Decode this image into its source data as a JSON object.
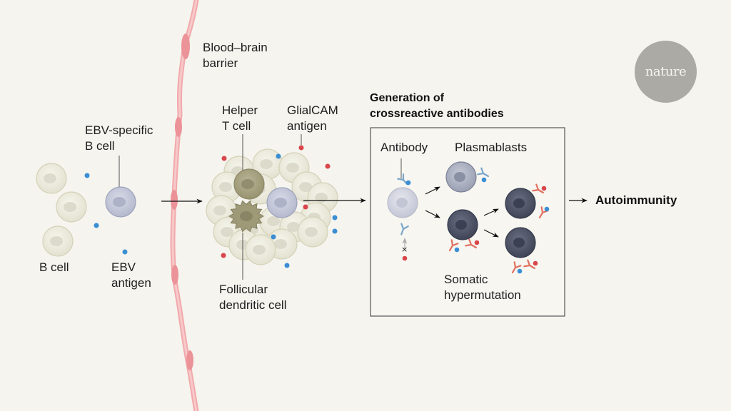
{
  "brand": {
    "logo_text": "nature"
  },
  "labels": {
    "blood_brain_barrier": "Blood–brain\nbarrier",
    "ebv_specific_b_cell": "EBV-specific\nB cell",
    "b_cell": "B cell",
    "ebv_antigen": "EBV\nantigen",
    "helper_t_cell": "Helper\nT cell",
    "glialcam_antigen": "GlialCAM\nantigen",
    "follicular_dendritic_cell": "Follicular\ndendritic cell",
    "generation_title": "Generation of\ncrossreactive antibodies",
    "antibody": "Antibody",
    "plasmablasts": "Plasmablasts",
    "somatic_hypermutation": "Somatic\nhypermutation",
    "autoimmunity": "Autoimmunity"
  },
  "colors": {
    "background": "#f5f4ee",
    "barrier": "#f2a9ab",
    "b_cell": "#e9e8da",
    "ebv_b_cell": "#c3c7d9",
    "helper_t": "#a7a283",
    "dendritic": "#9e9a78",
    "plasmablast_light": "#9ea3b3",
    "plasmablast_dark": "#4f5567",
    "ebv_antigen": "#3a8ed3",
    "glialcam_antigen": "#d9464a",
    "antibody_blue": "#7aa6c9",
    "antibody_red": "#e0705f",
    "logo": "#acaaa5"
  }
}
